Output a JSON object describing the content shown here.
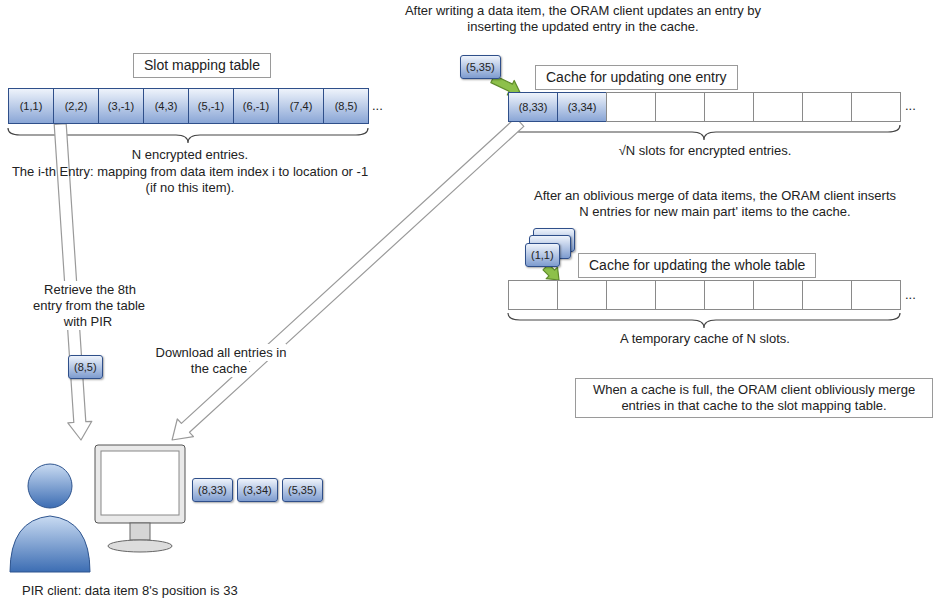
{
  "diagram": {
    "nodes": [
      {
        "text": [
          "Slot mapping table"
        ]
      },
      {
        "text": [
          "Cache for updating one entry"
        ]
      },
      {
        "text": [
          "Cache for updating the whole table"
        ]
      },
      {
        "text": [
          "When a cache is full, the ORAM client obliviously merge entries in that cache to the slot mapping table."
        ]
      },
      {
        "text": [
          "PIR client: data item 8's position is 33"
        ]
      },
      {
        "text": [
          "(5,35)"
        ]
      },
      {
        "text": [
          "(1,1)"
        ]
      },
      {
        "text": [
          "(8,5)"
        ]
      },
      {
        "text": [
          "(8,33)"
        ]
      },
      {
        "text": [
          "(3,34)"
        ]
      },
      {
        "text": [
          "(5,35)"
        ]
      }
    ],
    "edges": [
      {
        "from": 0,
        "to": 4,
        "arrow": "to",
        "label": "Retrieve the 8th entry from the table with PIR"
      },
      {
        "from": 1,
        "to": 4,
        "arrow": "to",
        "label": "Download all entries in the cache"
      },
      {
        "from": 5,
        "to": 1,
        "arrow": "to"
      },
      {
        "from": 6,
        "to": 2,
        "arrow": "to"
      }
    ],
    "labels": [
      "(1,1)",
      "(2,2)",
      "(3,-1)",
      "(4,3)",
      "(5,-1)",
      "(6,-1)",
      "(7,4)",
      "(8,5)",
      "...",
      "N encrypted entries.",
      "The i-th Entry: mapping from data item index i to location or -1 (if no this item).",
      "After writing a data item, the ORAM client updates an entry by inserting the updated entry in the cache.",
      "(8,33)",
      "(3,34)",
      "...",
      "√N slots for encrypted entries.",
      "After an oblivious merge of data items, the ORAM client inserts N entries for new main part' items to the cache.",
      "...",
      "A temporary cache of N slots."
    ]
  }
}
